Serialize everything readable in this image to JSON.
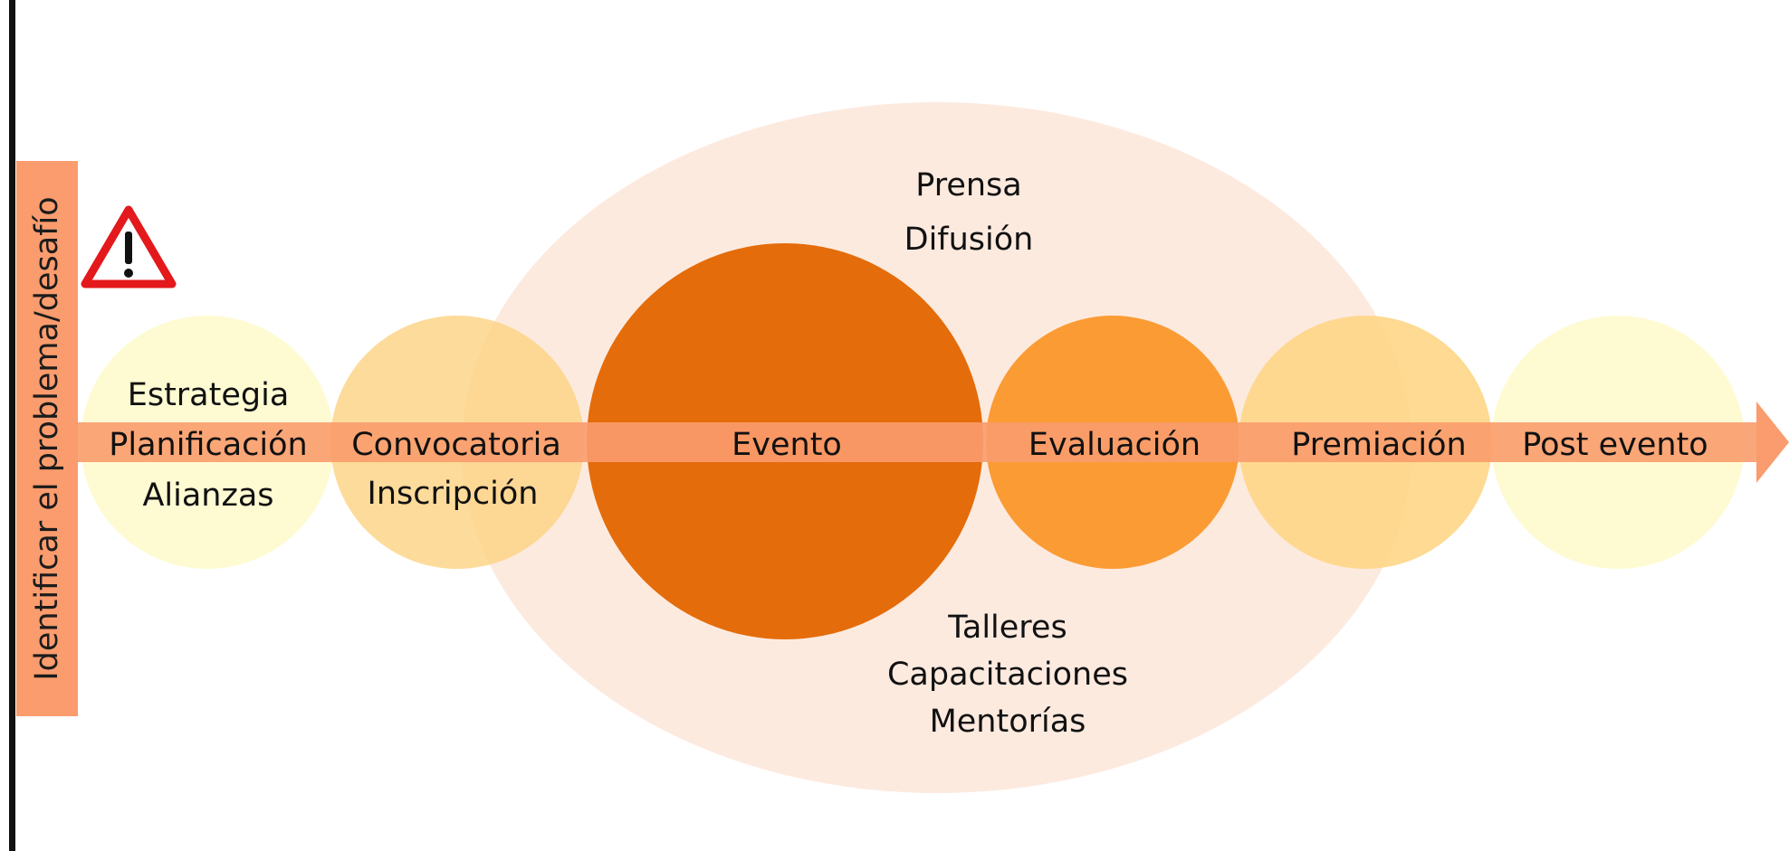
{
  "diagram": {
    "side_label": "Identificar el problema/desafío",
    "context_bubble": {
      "top_lines": [
        "Prensa",
        "Difusión"
      ],
      "bottom_lines": [
        "Talleres",
        "Capacitaciones",
        "Mentorías"
      ]
    },
    "stages": [
      {
        "lines": [
          "Estrategia",
          "Planificación",
          "Alianzas"
        ],
        "color": "#fefbd1"
      },
      {
        "lines": [
          "Convocatoria",
          "Inscripción"
        ],
        "color": "#fdd384"
      },
      {
        "lines": [
          "Evento"
        ],
        "color": "#e46c0a"
      },
      {
        "lines": [
          "Evaluación"
        ],
        "color": "#fb9b34"
      },
      {
        "lines": [
          "Premiación"
        ],
        "color": "#fed686"
      },
      {
        "lines": [
          "Post evento"
        ],
        "color": "#fefbd1"
      }
    ],
    "colors": {
      "arrow": "#fa9c6d",
      "side_bar": "#fa9c6d",
      "context_bubble": "#fdeadf",
      "warning_stroke": "#e3191c",
      "left_rule": "#111111"
    },
    "icons": [
      "warning-icon",
      "arrow-right-icon"
    ]
  }
}
